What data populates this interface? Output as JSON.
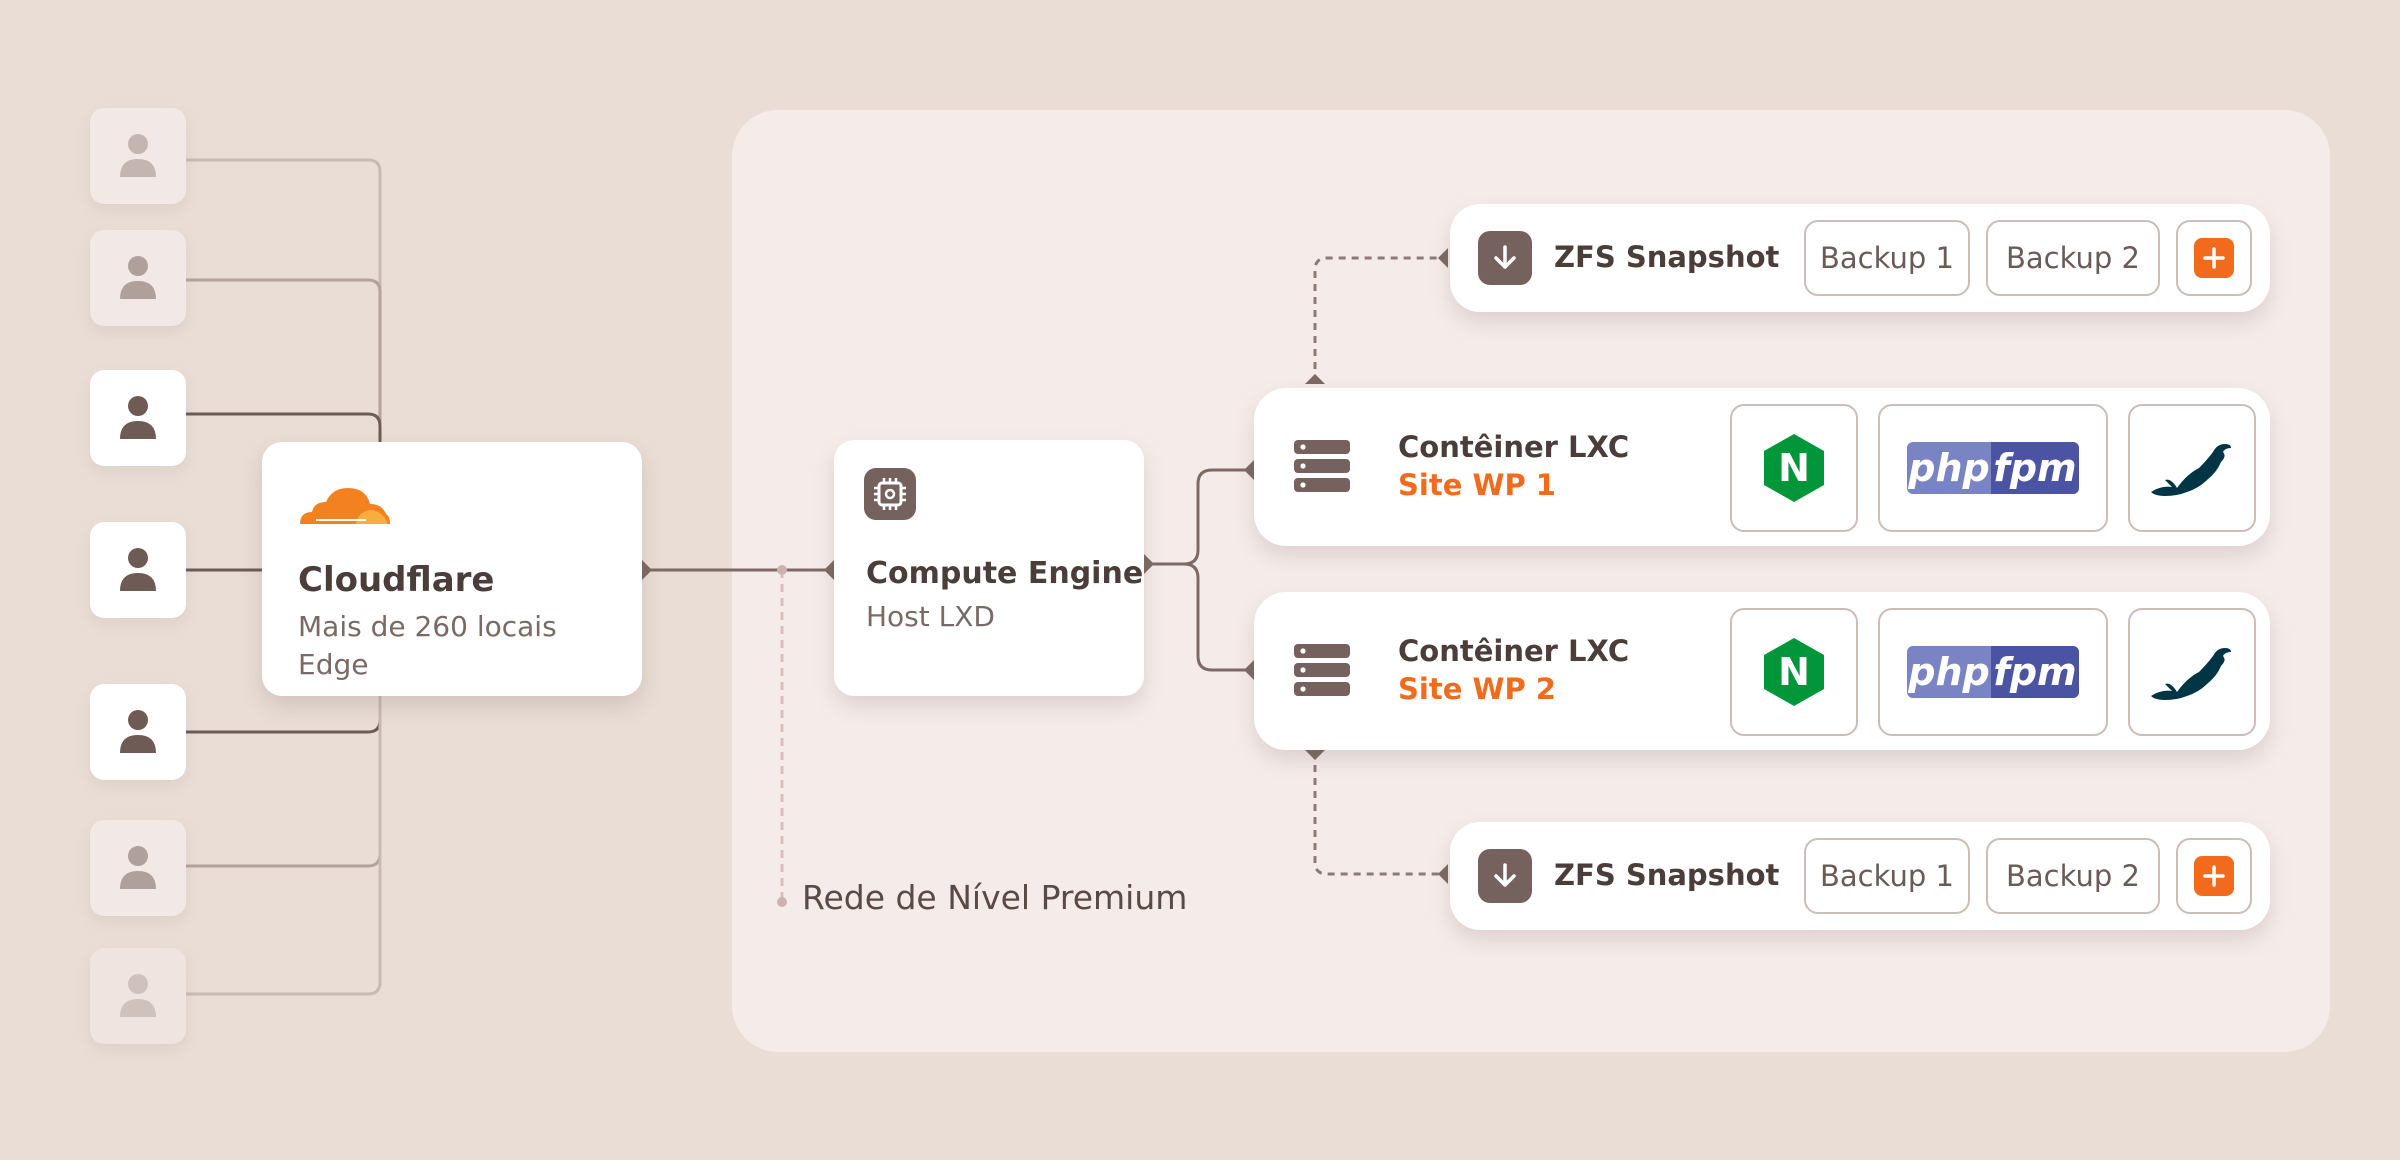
{
  "colors": {
    "background": "#e9ddd5",
    "panel": "#f5ecea",
    "card": "#ffffff",
    "text_dark": "#4a3d3a",
    "text_muted": "#7a6a66",
    "accent_orange": "#f26a1b",
    "cloudflare_orange": "#f48120",
    "nginx_green": "#009639",
    "php_light": "#7a84c5",
    "php_dark": "#4b54a3",
    "mariadb_navy": "#003545",
    "wire": "#7d6a65"
  },
  "users": [
    {
      "icon": "user-icon",
      "state": "faded"
    },
    {
      "icon": "user-icon",
      "state": "faded"
    },
    {
      "icon": "user-icon",
      "state": "active"
    },
    {
      "icon": "user-icon",
      "state": "active"
    },
    {
      "icon": "user-icon",
      "state": "active"
    },
    {
      "icon": "user-icon",
      "state": "faded"
    },
    {
      "icon": "user-icon",
      "state": "faded"
    }
  ],
  "cloudflare": {
    "icon": "cloudflare-cloud-icon",
    "title": "Cloudflare",
    "line1": "Mais de 260 locais",
    "line2": "Edge"
  },
  "compute": {
    "icon": "chip-icon",
    "title": "Compute Engine",
    "subtitle": "Host LXD"
  },
  "network_label": "Rede de Nível Premium",
  "snapshots": [
    {
      "icon": "download-icon",
      "title": "ZFS Snapshot",
      "backup1": "Backup 1",
      "backup2": "Backup 2",
      "add_icon": "plus-icon"
    },
    {
      "icon": "download-icon",
      "title": "ZFS Snapshot",
      "backup1": "Backup 1",
      "backup2": "Backup 2",
      "add_icon": "plus-icon"
    }
  ],
  "containers": [
    {
      "icon": "server-icon",
      "title": "Contêiner LXC",
      "site": "Site WP 1",
      "stack": {
        "nginx": "N",
        "php_a": "php",
        "php_b": "fpm",
        "db_icon": "mariadb-seal-icon"
      }
    },
    {
      "icon": "server-icon",
      "title": "Contêiner LXC",
      "site": "Site WP 2",
      "stack": {
        "nginx": "N",
        "php_a": "php",
        "php_b": "fpm",
        "db_icon": "mariadb-seal-icon"
      }
    }
  ]
}
